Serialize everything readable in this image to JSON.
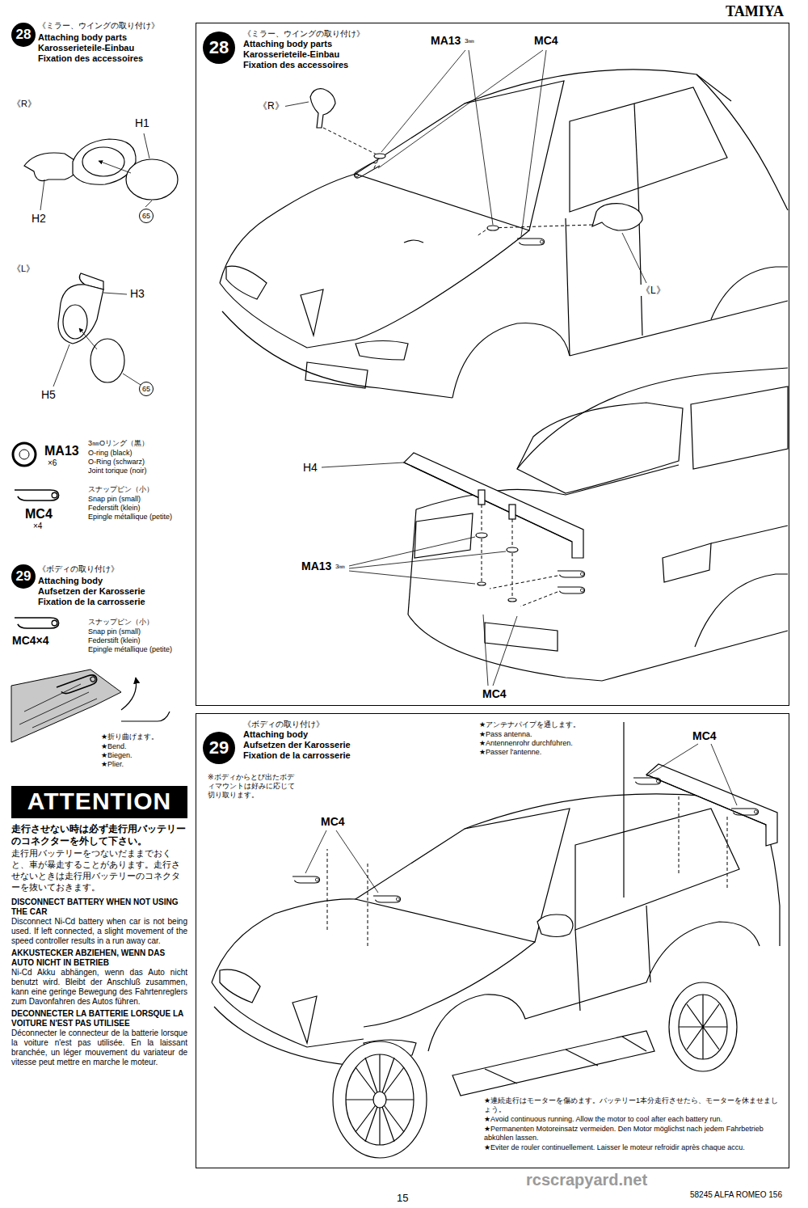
{
  "diagram": {
    "nodes": [
      {
        "text": [
          "28"
        ]
      },
      {
        "text": [
          "65"
        ]
      },
      {
        "text": [
          "65"
        ]
      },
      {
        "text": [
          "29"
        ]
      },
      {
        "text": [
          "ATTENTION",
          "走行させない時は必ず走行用バッテリーのコネクターを外して下さい。",
          "走行用バッテリーをつないだままでおくと、車が暴走することがあります。走行させないときは走行用バッテリーのコネクターを抜いておきます。",
          "DISCONNECT BATTERY WHEN NOT USING THE CAR",
          "Disconnect Ni-Cd battery when car is not being used. If left connected, a slight movement of the speed controller results in a run away car.",
          "AKKUSTECKER ABZIEHEN, WENN DAS AUTO NICHT IN BETRIEB",
          "Ni-Cd Akku abhängen, wenn das Auto nicht benutzt wird. Bleibt der Anschluß zusammen, kann eine geringe Bewegung des Fahrtenreglers zum Davonfahren des Autos führen.",
          "DECONNECTER LA BATTERIE LORSQUE LA VOITURE N'EST PAS UTILISEE",
          "Déconnecter le connecteur de la batterie lorsque la voiture n'est pas utilisée. En la laissant branchée, un léger mouvement du variateur de vitesse peut mettre en marche le moteur."
        ]
      },
      {
        "text": [
          "《ミラー、ウイングの取り付け》",
          "Attaching body parts",
          "Karosserieteile-Einbau",
          "Fixation des accessoires"
        ]
      },
      {
        "text": [
          "28"
        ],
        "in": 5
      },
      {
        "text": [
          "《ボディの取り付け》",
          "Attaching body",
          "Aufsetzen der Karosserie",
          "Fixation de la carrosserie"
        ]
      },
      {
        "text": [
          "29"
        ],
        "in": 7
      }
    ],
    "labels": [
      "TAMIYA",
      "《ミラー、ウイングの取り付け》",
      "Attaching body parts",
      "Karosserieteile-Einbau",
      "Fixation des accessoires",
      "《R》",
      "H1",
      "H2",
      "《L》",
      "H3",
      "H5",
      "MA13",
      "×6",
      "3㎜Oリング（黒）",
      "O-ring (black)",
      "O-Ring (schwarz)",
      "Joint torique (noir)",
      "MC4",
      "×4",
      "スナップピン（小）",
      "Snap pin (small)",
      "Federstift (klein)",
      "Epingle métallique (petite)",
      "《ボディの取り付け》",
      "Attaching body",
      "Aufsetzen der Karosserie",
      "Fixation de la carrosserie",
      "MC4×4",
      "スナップピン（小）",
      "Snap pin (small)",
      "Federstift (klein)",
      "Epingle métallique (petite)",
      "★折り曲げます。",
      "★Bend.",
      "★Biegen.",
      "★Plier.",
      "《R》",
      "MA13",
      "3㎜",
      "MC4",
      "《L》",
      "H4",
      "MA13",
      "3㎜",
      "MC4",
      "※ボディからとび出たボディマウントは好みに応じて切り取ります。",
      "MC4",
      "★アンテナパイプを通します。",
      "★Pass antenna.",
      "★Antennenrohr durchführen.",
      "★Passer l'antenne.",
      "MC4",
      "★連続走行はモーターを傷めます。バッテリー1本分走行させたら、モーターを休ませましょう。",
      "★Avoid continuous running. Allow the motor to cool after each battery run.",
      "★Permanenten Motoreinsatz vermeiden. Den Motor möglichst nach jedem Fahrbetrieb abkühlen lassen.",
      "★Eviter de rouler continuellement. Laisser le moteur refroidir après chaque accu.",
      "rcscrapyard.net",
      "15",
      "58245 ALFA ROMEO 156"
    ]
  }
}
